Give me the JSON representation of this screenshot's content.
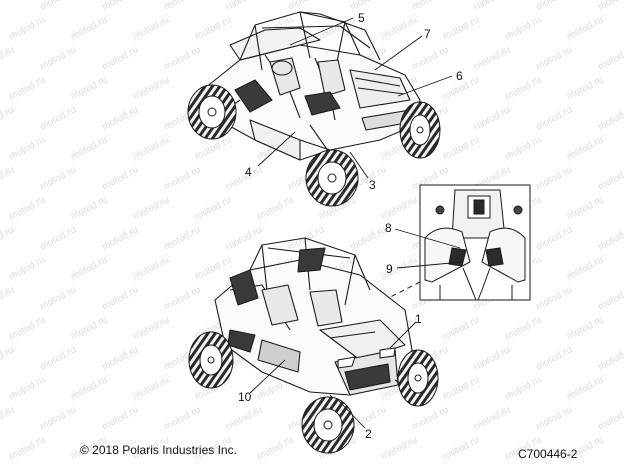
{
  "watermark": {
    "text": "motod.ru",
    "color": "#dcdcdc"
  },
  "callouts": {
    "c1": "1",
    "c2": "2",
    "c3": "3",
    "c4": "4",
    "c5": "5",
    "c6": "6",
    "c7": "7",
    "c8": "8",
    "c9": "9",
    "c10": "10"
  },
  "footer": {
    "copyright": "© 2018 Polaris Industries Inc.",
    "figure_code": "C700446-2"
  },
  "colors": {
    "line": "#1a1a1a",
    "tread": "#2a2a2a",
    "shade": "#3a3a3a"
  }
}
